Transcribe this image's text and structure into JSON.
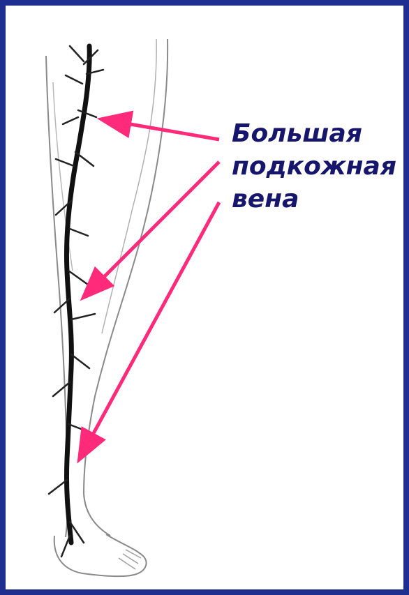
{
  "label": {
    "lines": [
      "Большая",
      "подкожная",
      "вена"
    ]
  },
  "colors": {
    "frame": "#1f2f8f",
    "label_text": "#16166c",
    "arrow": "#ff2b7a",
    "vein": "#111111",
    "outline": "#8a8a8a"
  }
}
